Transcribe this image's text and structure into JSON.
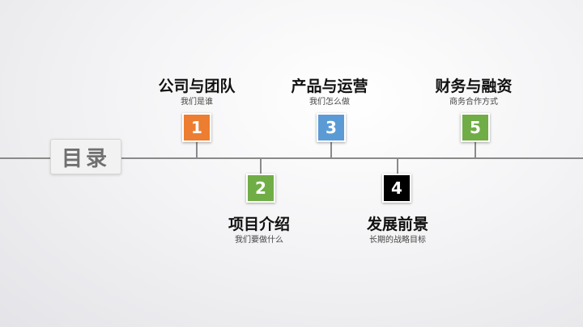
{
  "toc": {
    "label": "目录"
  },
  "items": [
    {
      "number": "1",
      "title": "公司与团队",
      "subtitle": "我们是谁",
      "color": "#ED7D31"
    },
    {
      "number": "2",
      "title": "项目介绍",
      "subtitle": "我们要做什么",
      "color": "#70AD47"
    },
    {
      "number": "3",
      "title": "产品与运营",
      "subtitle": "我们怎么做",
      "color": "#5B9BD5"
    },
    {
      "number": "4",
      "title": "发展前景",
      "subtitle": "长期的战略目标",
      "color": "#000000"
    },
    {
      "number": "5",
      "title": "财务与融资",
      "subtitle": "商务合作方式",
      "color": "#70AD47"
    }
  ]
}
